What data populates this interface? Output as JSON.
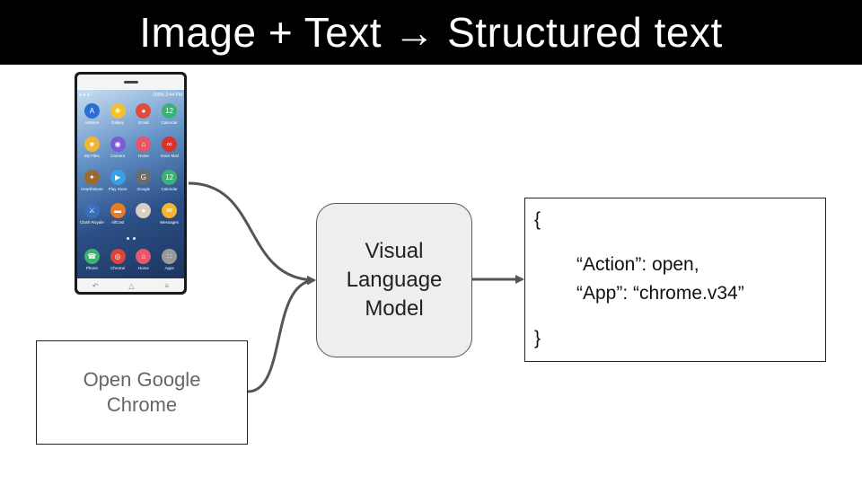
{
  "title": "Image + Text → Structured text",
  "phone": {
    "status_right": "100% 2:44 PM",
    "rows": [
      [
        {
          "label": "AnMore",
          "color": "#2a6fd6",
          "glyph": "A"
        },
        {
          "label": "Gallery",
          "color": "#f2c12e",
          "glyph": "❀"
        },
        {
          "label": "Email",
          "color": "#e24b3b",
          "glyph": "●"
        },
        {
          "label": "Calendar",
          "color": "#3bb273",
          "glyph": "12"
        }
      ],
      [
        {
          "label": "My Files",
          "color": "#f2b632",
          "glyph": "■"
        },
        {
          "label": "Camera",
          "color": "#7b5cd6",
          "glyph": "◉"
        },
        {
          "label": "Home",
          "color": "#e8566c",
          "glyph": "⌂"
        },
        {
          "label": "Voice Mail",
          "color": "#d9332c",
          "glyph": "∞"
        }
      ],
      [
        {
          "label": "Hearthstone",
          "color": "#9a6a2f",
          "glyph": "✦"
        },
        {
          "label": "Play Store",
          "color": "#37a2e6",
          "glyph": "▶"
        },
        {
          "label": "Google",
          "color": "#6c6c6c",
          "glyph": "G"
        },
        {
          "label": "Calendar",
          "color": "#3bb273",
          "glyph": "12"
        }
      ],
      [
        {
          "label": "Clash Royale",
          "color": "#3a6fc0",
          "glyph": "⚔"
        },
        {
          "label": "AllCast",
          "color": "#e67b2a",
          "glyph": "▬"
        },
        {
          "label": "",
          "color": "#d8cfc4",
          "glyph": "●"
        },
        {
          "label": "Messages",
          "color": "#f2b632",
          "glyph": "✉"
        }
      ]
    ],
    "dock": [
      {
        "label": "Phone",
        "color": "#3bb273",
        "glyph": "☎"
      },
      {
        "label": "Chrome",
        "color": "#db4437",
        "glyph": "◎"
      },
      {
        "label": "Home",
        "color": "#e8566c",
        "glyph": "⌂"
      },
      {
        "label": "Apps",
        "color": "#9a9a9a",
        "glyph": "∷"
      }
    ],
    "nav": [
      "↶",
      "△",
      "≡"
    ]
  },
  "text_input": {
    "line1": "Open Google",
    "line2": "Chrome"
  },
  "model": {
    "line1": "Visual",
    "line2": "Language",
    "line3": "Model"
  },
  "output": {
    "open_brace": "{",
    "line1": "“Action”: open,",
    "line2": "“App”: “chrome.v34”",
    "close_brace": "}"
  },
  "colors": {
    "title_bg": "#000000",
    "title_fg": "#ffffff",
    "model_bg": "#eeeeee",
    "edge": "#555555"
  }
}
